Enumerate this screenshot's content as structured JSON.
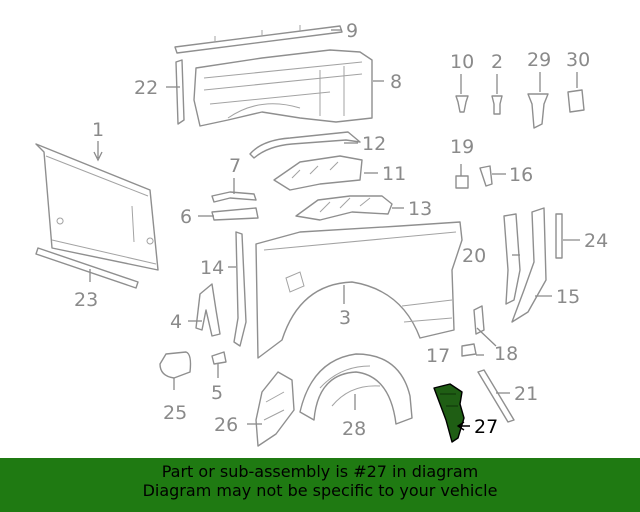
{
  "callouts": {
    "c1": "1",
    "c2": "2",
    "c3": "3",
    "c4": "4",
    "c5": "5",
    "c6": "6",
    "c7": "7",
    "c8": "8",
    "c9": "9",
    "c10": "10",
    "c11": "11",
    "c12": "12",
    "c13": "13",
    "c14": "14",
    "c15": "15",
    "c16": "16",
    "c17": "17",
    "c18": "18",
    "c19": "19",
    "c20": "20",
    "c21": "21",
    "c22": "22",
    "c23": "23",
    "c24": "24",
    "c25": "25",
    "c26": "26",
    "c27": "27",
    "c28": "28",
    "c29": "29",
    "c30": "30"
  },
  "highlighted_part": "27",
  "colors": {
    "banner": "#1f7a12",
    "highlight_fill": "#1f5e14",
    "line_art": "#8f8f8f",
    "callout_text": "#8a8a8a"
  },
  "banner": {
    "line1": "Part or sub-assembly is #27 in diagram",
    "line2": "Diagram may not be specific to your vehicle"
  }
}
